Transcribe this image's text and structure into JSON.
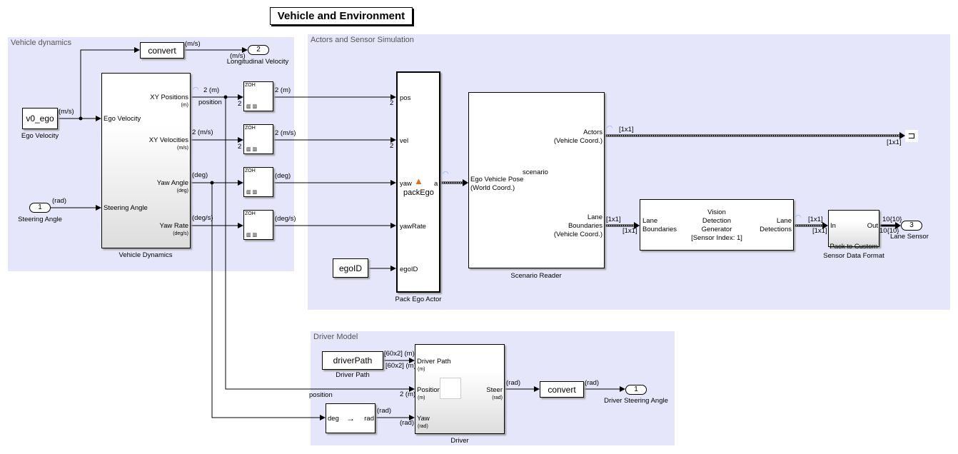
{
  "title": "Vehicle and Environment",
  "areas": {
    "vehicle_dynamics": "Vehicle dynamics",
    "actors": "Actors and Sensor Simulation",
    "driver": "Driver Model"
  },
  "blocks": {
    "convert1": "convert",
    "convert2": "convert",
    "v0_ego": "v0_ego",
    "ego_velocity": "Ego Velocity",
    "steering_angle_port": "1",
    "steering_angle": "Steering Angle",
    "long_vel_port": "2",
    "long_vel": "Longitudinal Velocity",
    "vd": {
      "name": "Vehicle Dynamics",
      "in": [
        "Ego Velocity",
        "Steering Angle"
      ],
      "out": [
        "XY Positions",
        "XY Velocities",
        "Yaw Angle",
        "Yaw Rate"
      ],
      "out_units": [
        "(m)",
        "(m/s)",
        "(deg)",
        "(deg/s)"
      ]
    },
    "zoh": "ZOH",
    "pack": {
      "name": "Pack Ego Actor",
      "fn": "packEgo",
      "in": [
        "pos",
        "vel",
        "yaw",
        "yawRate",
        "egoID"
      ],
      "out": "a"
    },
    "egoID": "egoID",
    "scenario": {
      "name": "Scenario Reader",
      "center": "scenario",
      "in": "Ego Vehicle Pose (World Coord.)",
      "in1": "Ego Vehicle Pose",
      "in2": "(World Coord.)",
      "out1a": "Actors",
      "out1b": "(Vehicle Coord.)",
      "out2a": "Lane",
      "out2b": "Boundaries",
      "out2c": "(Vehicle Coord.)"
    },
    "vision": {
      "in1": "Lane",
      "in2": "Boundaries",
      "c1": "Vision",
      "c2": "Detection",
      "c3": "Generator",
      "c4": "[Sensor Index: 1]",
      "out1": "Lane",
      "out2": "Detections"
    },
    "packc": {
      "l1": "Pack to Custom",
      "l2": "Sensor Data Format",
      "in": "In",
      "out": "Out"
    },
    "lane_port": "3",
    "lane_sensor": "Lane Sensor",
    "driverPath": "driverPath",
    "driver_path_label": "Driver Path",
    "conv": {
      "in": "deg",
      "out": "rad"
    },
    "driver": {
      "name": "Driver",
      "in": [
        "Driver Path",
        "Position",
        "Yaw"
      ],
      "in_units": [
        "(m)",
        "(m)",
        "(rad)"
      ],
      "out": "Steer",
      "out_unit": "(rad)"
    },
    "dsa_port": "1",
    "dsa": "Driver Steering Angle"
  },
  "signals": {
    "ms": "(m/s)",
    "rad": "(rad)",
    "p2m": "2 (m)",
    "v2ms": "2 (m/s)",
    "deg": "(deg)",
    "degs": "(deg/s)",
    "position": "position",
    "two": "2",
    "x11": "[1x1]",
    "ten": "10{10}",
    "path": "[60x2] (m)"
  }
}
